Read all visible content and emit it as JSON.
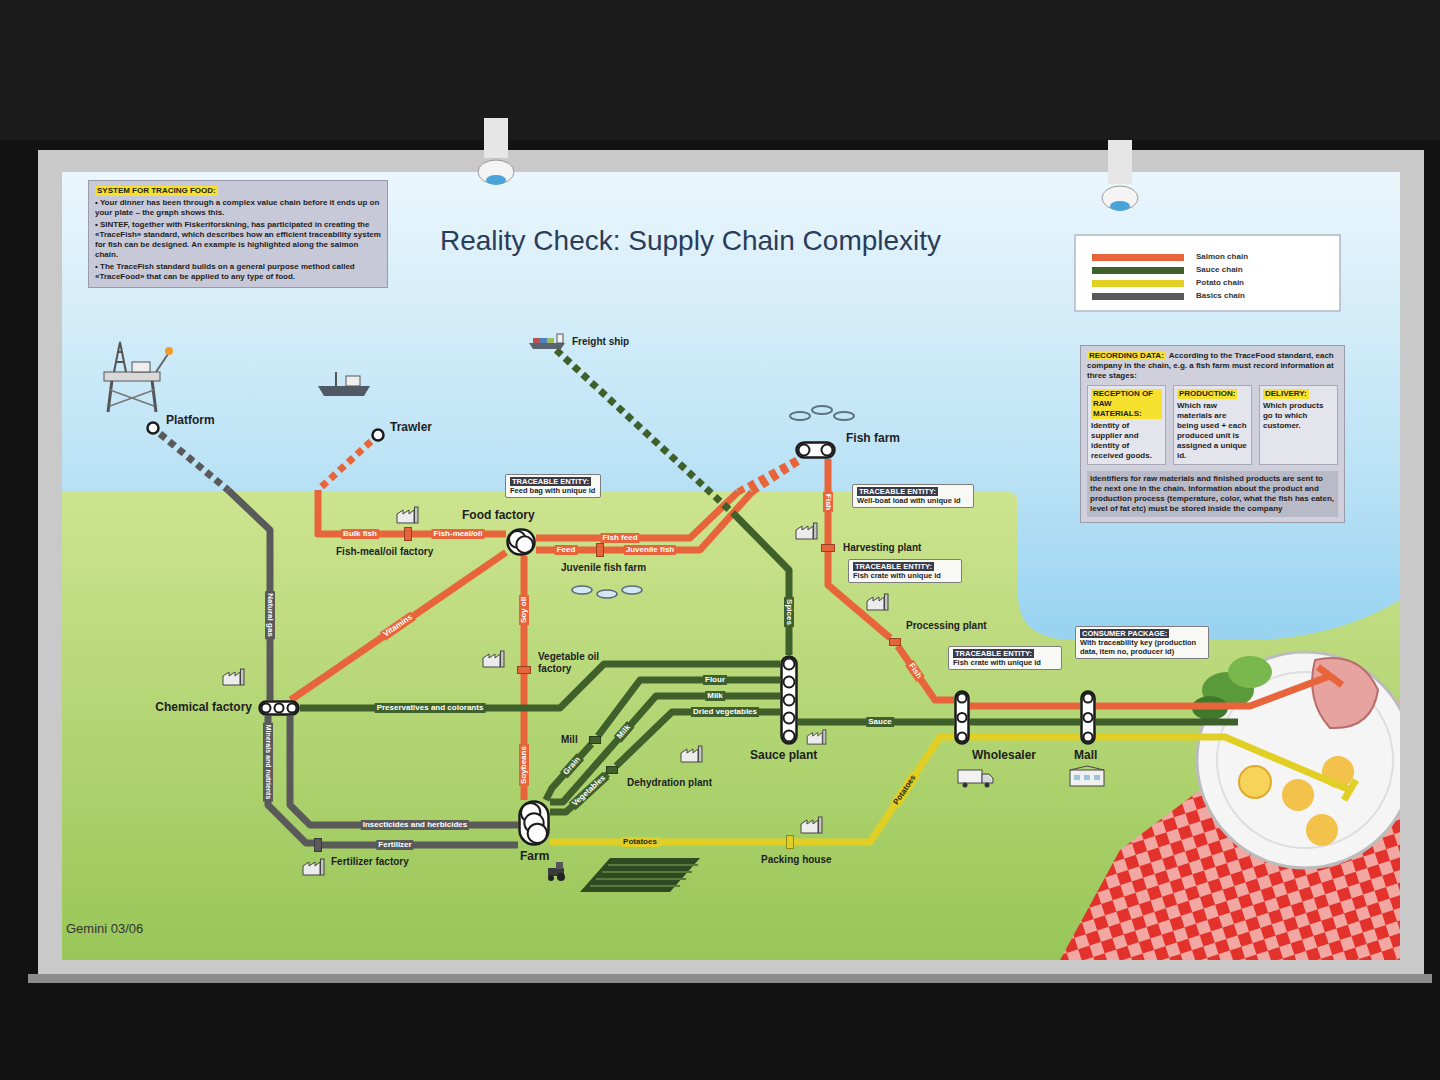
{
  "diagram": {
    "title": "Reality Check: Supply Chain Complexity",
    "nodes": [
      {
        "text": [
          "SYSTEM FOR TRACING FOOD:",
          "• Your dinner has been through a complex value chain before it ends up on your plate – the graph shows this.",
          "• SINTEF, together with Fiskeriforskning, has participated in creating the «TraceFish» standard, which describes how an efficient traceability system for fish can be designed. An example is highlighted along the salmon chain.",
          "• The TraceFish standard builds on a general purpose method called «TraceFood» that can be applied to any type of food."
        ]
      },
      {
        "text": [
          "RECORDING DATA:",
          "According to the TraceFood standard, each company in the chain, e.g. a fish farm must record information at three stages:",
          "Identifiers for raw materials and finished products are sent to the next one in the chain. Information about the product and production process (temperature, color, what the fish has eaten, level of fat etc) must be stored inside the company"
        ]
      },
      {
        "text": [
          "RECEPTION OF RAW MATERIALS:",
          "Identity of supplier and identity of received goods."
        ],
        "in": 1
      },
      {
        "text": [
          "PRODUCTION:",
          "Which raw materials are being used + each produced unit is assigned a unique id."
        ],
        "in": 1
      },
      {
        "text": [
          "DELIVERY:",
          "Which products go to which customer."
        ],
        "in": 1
      },
      {
        "text": [
          "Freight ship"
        ]
      },
      {
        "text": [
          "Platform"
        ]
      },
      {
        "text": [
          "Trawler"
        ]
      },
      {
        "text": [
          "Fish farm"
        ]
      },
      {
        "text": [
          "TRACEABLE ENTITY:",
          "Feed bag with unique id"
        ]
      },
      {
        "text": [
          "TRACEABLE ENTITY:",
          "Well-boat load with unique id"
        ]
      },
      {
        "text": [
          "Food factory"
        ]
      },
      {
        "text": [
          "Fish-meal/oil factory"
        ]
      },
      {
        "text": [
          "Harvesting plant"
        ]
      },
      {
        "text": [
          "Juvenile fish farm"
        ]
      },
      {
        "text": [
          "TRACEABLE ENTITY:",
          "Fish crate with unique id"
        ]
      },
      {
        "text": [
          "Processing plant"
        ]
      },
      {
        "text": [
          "CONSUMER PACKAGE:",
          "With traceability key (production data, item no, producer id)"
        ]
      },
      {
        "text": [
          "TRACEABLE ENTITY:",
          "Fish crate with unique id"
        ]
      },
      {
        "text": [
          "Vegetable oil factory"
        ]
      },
      {
        "text": [
          "Chemical factory"
        ]
      },
      {
        "text": [
          "Sauce plant"
        ]
      },
      {
        "text": [
          "Wholesaler"
        ]
      },
      {
        "text": [
          "Mall"
        ]
      },
      {
        "text": [
          "Mill"
        ]
      },
      {
        "text": [
          "Dehydration plant"
        ]
      },
      {
        "text": [
          "Packing house"
        ]
      },
      {
        "text": [
          "Fertilizer factory"
        ]
      },
      {
        "text": [
          "Farm"
        ]
      }
    ],
    "edges": [
      {
        "from": 6,
        "to": 20,
        "arrow": "none",
        "label": "Natural gas"
      },
      {
        "from": 7,
        "to": 12,
        "arrow": "none",
        "label": "Bulk fish"
      },
      {
        "from": 12,
        "to": 11,
        "arrow": "none",
        "label": "Fish-meal/oil"
      },
      {
        "from": 20,
        "to": 11,
        "arrow": "none",
        "label": "Vitamins"
      },
      {
        "from": 28,
        "to": 19,
        "arrow": "none",
        "label": "Soybeans"
      },
      {
        "from": 19,
        "to": 11,
        "arrow": "none",
        "label": "Soy oil"
      },
      {
        "from": 11,
        "to": 8,
        "arrow": "none",
        "label": "Fish feed"
      },
      {
        "from": 11,
        "to": 14,
        "arrow": "none",
        "label": "Feed"
      },
      {
        "from": 14,
        "to": 8,
        "arrow": "none",
        "label": "Juvenile fish"
      },
      {
        "from": 5,
        "to": 21,
        "arrow": "none",
        "label": "Spices"
      },
      {
        "from": 8,
        "to": 13,
        "arrow": "none",
        "label": "Fish"
      },
      {
        "from": 13,
        "to": 16,
        "arrow": "none"
      },
      {
        "from": 16,
        "to": 22,
        "arrow": "none",
        "label": "Fish"
      },
      {
        "from": 20,
        "to": 21,
        "arrow": "none",
        "label": "Preservatives and colorants"
      },
      {
        "from": 28,
        "to": 24,
        "arrow": "none",
        "label": "Grain"
      },
      {
        "from": 24,
        "to": 21,
        "arrow": "none",
        "label": "Flour"
      },
      {
        "from": 28,
        "to": 21,
        "arrow": "none",
        "label": "Milk"
      },
      {
        "from": 28,
        "to": 25,
        "arrow": "none",
        "label": "Vegetables"
      },
      {
        "from": 25,
        "to": 21,
        "arrow": "none",
        "label": "Dried vegetables"
      },
      {
        "from": 21,
        "to": 22,
        "arrow": "none",
        "label": "Sauce"
      },
      {
        "from": 20,
        "to": 27,
        "arrow": "none",
        "label": "Minerals and nutrients"
      },
      {
        "from": 20,
        "to": 28,
        "arrow": "none",
        "label": "Insecticides and herbicides"
      },
      {
        "from": 27,
        "to": 28,
        "arrow": "none",
        "label": "Fertilizer"
      },
      {
        "from": 28,
        "to": 26,
        "arrow": "none",
        "label": "Potatoes"
      },
      {
        "from": 26,
        "to": 22,
        "arrow": "none",
        "label": "Potatoes"
      },
      {
        "from": 22,
        "to": 23,
        "arrow": "none"
      },
      {
        "from": 22,
        "to": 23,
        "arrow": "none"
      },
      {
        "from": 22,
        "to": 23,
        "arrow": "none"
      }
    ],
    "labels": [
      "Milk",
      "Gemini 03/06"
    ],
    "legend": [
      {
        "text": "Salmon chain",
        "color": "#e8643a"
      },
      {
        "text": "Sauce chain",
        "color": "#3f5f2b"
      },
      {
        "text": "Potato chain",
        "color": "#e2cf26"
      },
      {
        "text": "Basics chain",
        "color": "#5a5a5a"
      }
    ]
  }
}
